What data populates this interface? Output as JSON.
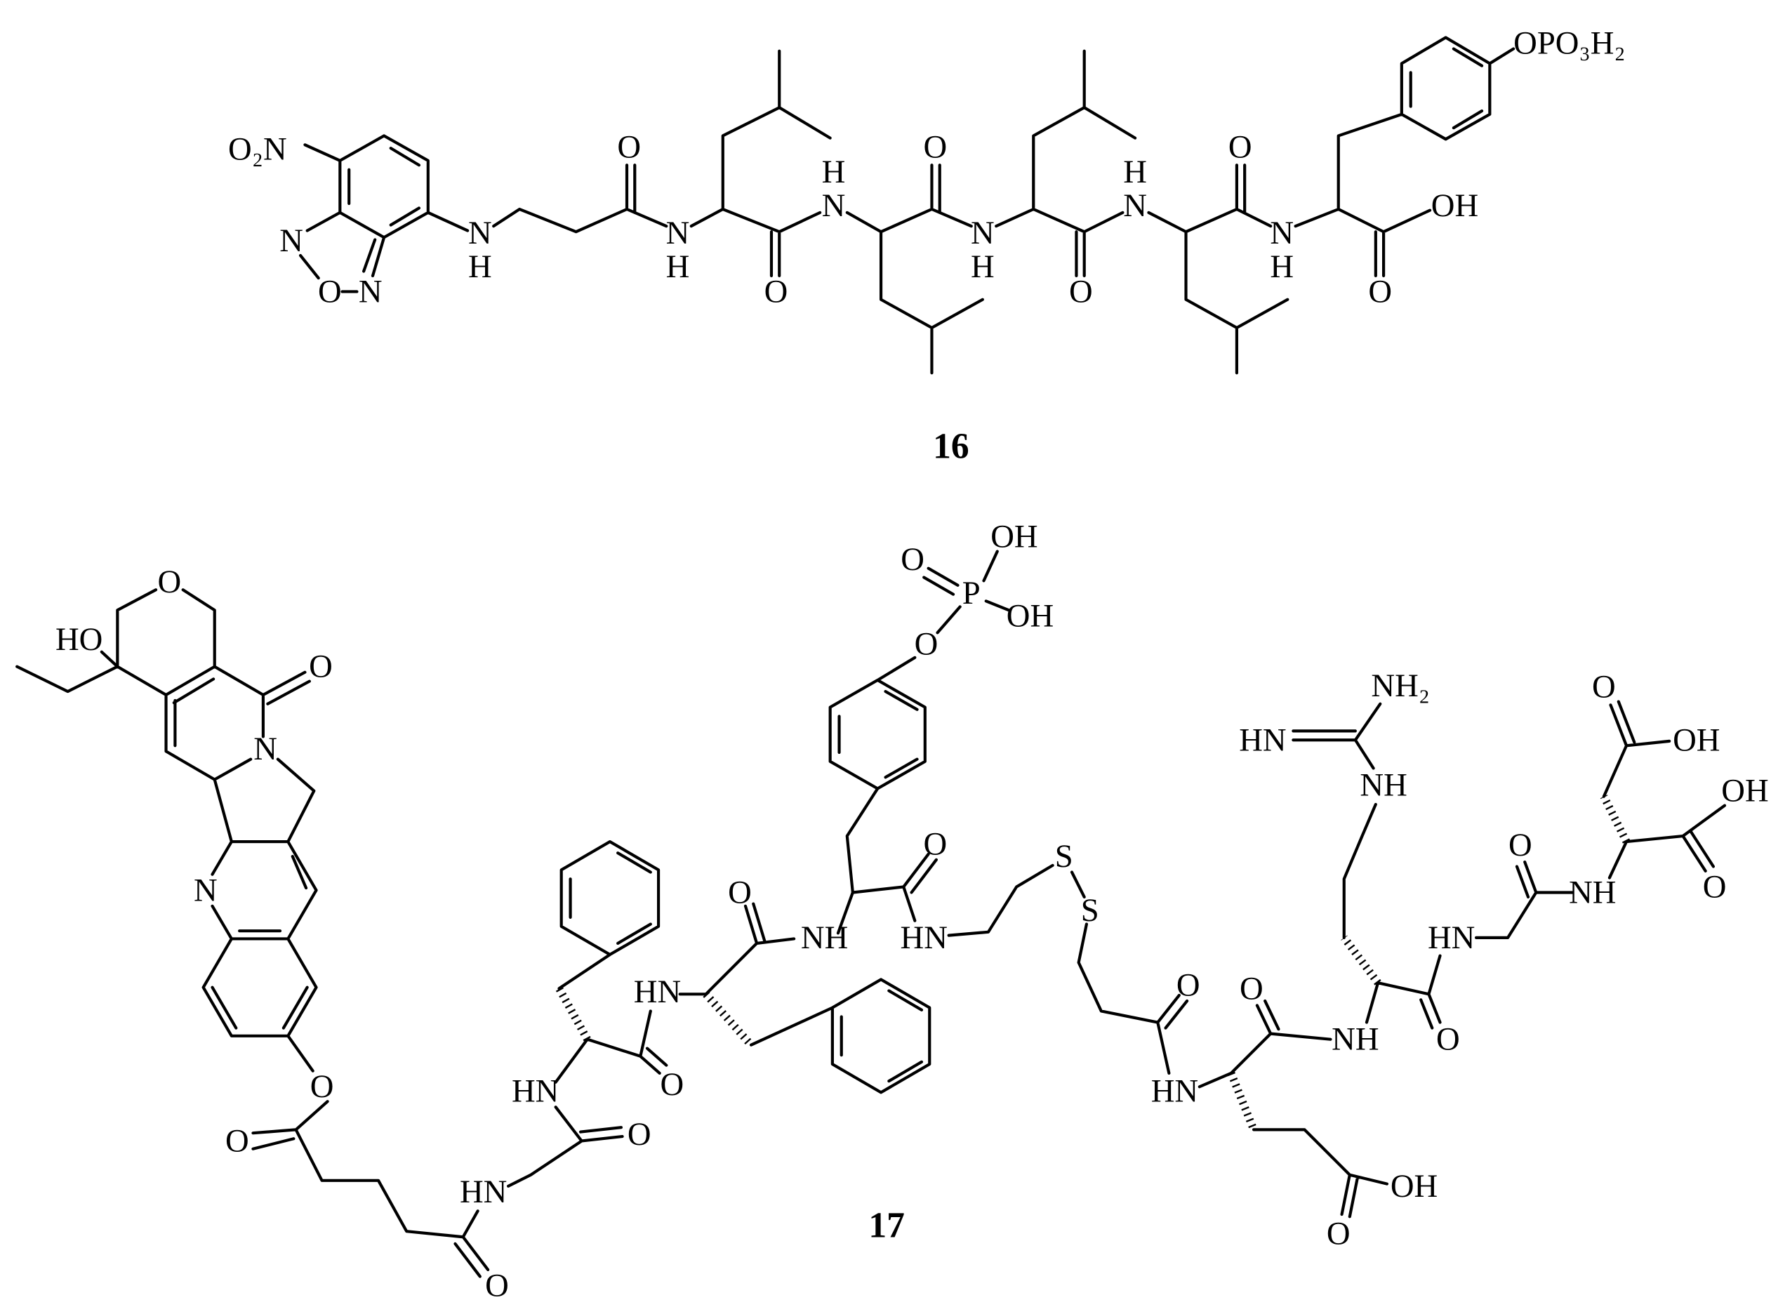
{
  "compound_16": {
    "number": "16",
    "labels": [
      "O₂N",
      "N",
      "O",
      "N",
      "N",
      "H",
      "O",
      "N",
      "H",
      "O",
      "H",
      "N",
      "O",
      "N",
      "H",
      "O",
      "H",
      "N",
      "O",
      "N",
      "H",
      "O",
      "OH",
      "OPO₃H₂"
    ]
  },
  "compound_17": {
    "number": "17",
    "labels": [
      "O",
      "HO",
      "O",
      "N",
      "N",
      "O",
      "O",
      "HN",
      "O",
      "O",
      "HN",
      "O",
      "HN",
      "O",
      "NH",
      "O",
      "P",
      "O",
      "OH",
      "OH",
      "O",
      "HN",
      "S",
      "S",
      "O",
      "HN",
      "O",
      "NH",
      "O",
      "OH",
      "HN",
      "NH₂",
      "NH",
      "O",
      "HN",
      "O",
      "NH",
      "O",
      "OH",
      "OH",
      "O"
    ]
  }
}
